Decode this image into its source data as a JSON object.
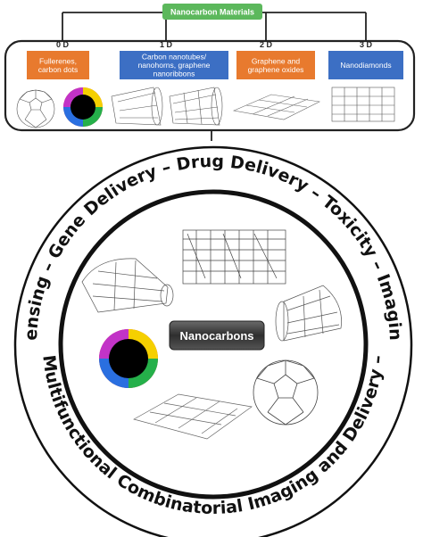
{
  "header": {
    "title": "Nanocarbon Materials"
  },
  "categories": [
    {
      "dim": "0 D",
      "lines": [
        "Fullerenes,",
        "carbon dots"
      ],
      "color": "#e87a2e"
    },
    {
      "dim": "1 D",
      "lines": [
        "Carbon nanotubes/",
        "nanohorns, graphene",
        "nanoribbons"
      ],
      "color": "#3c6fc4"
    },
    {
      "dim": "2 D",
      "lines": [
        "Graphene and",
        "graphene oxides"
      ],
      "color": "#e87a2e"
    },
    {
      "dim": "3 D",
      "lines": [
        "Nanodiamonds"
      ],
      "color": "#3c6fc4"
    }
  ],
  "center_label": "Nanocarbons",
  "ring_text": {
    "top": "Sensing – Gene Delivery – Drug Delivery – Toxicity – Imaging",
    "bottom": "Multifunctional Combinatorial Imaging and Delivery –"
  },
  "colors": {
    "header_green": "#5cb85c",
    "orange": "#e87a2e",
    "blue": "#3c6fc4",
    "center_box": "#3a3a3a"
  }
}
